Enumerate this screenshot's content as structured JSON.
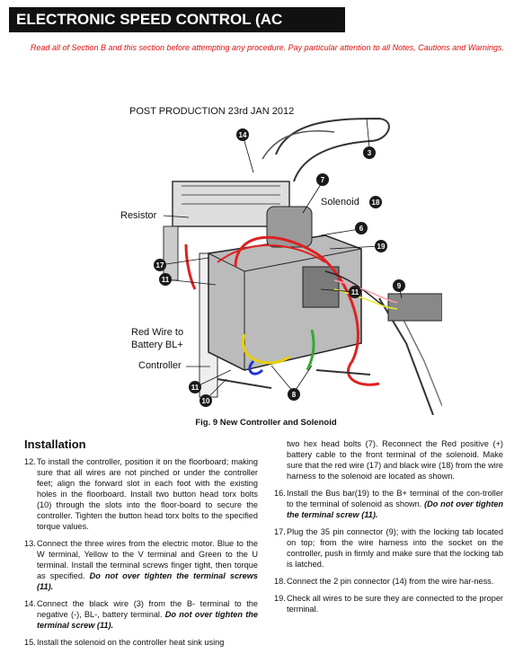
{
  "header": {
    "title": "ELECTRONIC SPEED CONTROL (AC MOTOR)",
    "notice": "Read all of Section B and this section before attempting any procedure. Pay particular attention to all Notes, Cautions and Warnings."
  },
  "figure": {
    "post_production": "POST PRODUCTION 23rd JAN 2012",
    "labels": {
      "resistor": "Resistor",
      "solenoid": "Solenoid",
      "red_wire_1": "Red Wire to",
      "red_wire_2": "Battery BL+",
      "controller": "Controller"
    },
    "callouts": [
      "14",
      "3",
      "7",
      "18",
      "6",
      "19",
      "17",
      "11",
      "9",
      "11",
      "11",
      "8",
      "10"
    ],
    "caption": "Fig. 9  New Controller and Solenoid"
  },
  "installation": {
    "title": "Installation",
    "items": [
      {
        "num": "12.",
        "text": "To install the controller, position it on the floorboard; making sure that all wires are not pinched or under the controller feet; align the forward slot in each foot with the existing holes in the floorboard. Install two button head torx bolts (10) through the slots into the floor-board to secure the controller. Tighten the button head torx bolts to the specified torque values.",
        "emphasis": ""
      },
      {
        "num": "13.",
        "text": "Connect the three wires from the electric motor. Blue to the W terminal, Yellow to the V terminal and Green to the U terminal. Install the terminal screws finger tight, then torque as specified. ",
        "emphasis": "Do not over tighten the terminal screws (11)."
      },
      {
        "num": "14.",
        "text": "Connect the black wire (3) from the B- terminal to the negative (-), BL-, battery terminal. ",
        "emphasis": "Do not over tighten the terminal screw (11)."
      },
      {
        "num": "15.",
        "text": "Install the solenoid on the controller heat sink using",
        "emphasis": ""
      }
    ],
    "continuation": "two hex head bolts (7). Reconnect the Red positive (+) battery cable to the front terminal of the solenoid. Make sure that the red wire (17) and black wire (18) from the wire harness to the solenoid are located as shown.",
    "items_right": [
      {
        "num": "16.",
        "text": "Install the Bus bar(19) to the B+ terminal of the con-troller to the terminal of solenoid as shown. ",
        "emphasis": "(Do not over tighten the terminal screw (11)."
      },
      {
        "num": "17.",
        "text": "Plug the 35 pin connector (9); with the locking tab located on top; from the wire harness into the socket on the controller, push in firmly and make sure that the locking tab is latched.",
        "emphasis": ""
      },
      {
        "num": "18.",
        "text": "Connect the 2 pin connector (14) from the wire har-ness.",
        "emphasis": ""
      },
      {
        "num": "19.",
        "text": "Check all wires to be sure they are connected to the proper terminal.",
        "emphasis": ""
      }
    ]
  }
}
